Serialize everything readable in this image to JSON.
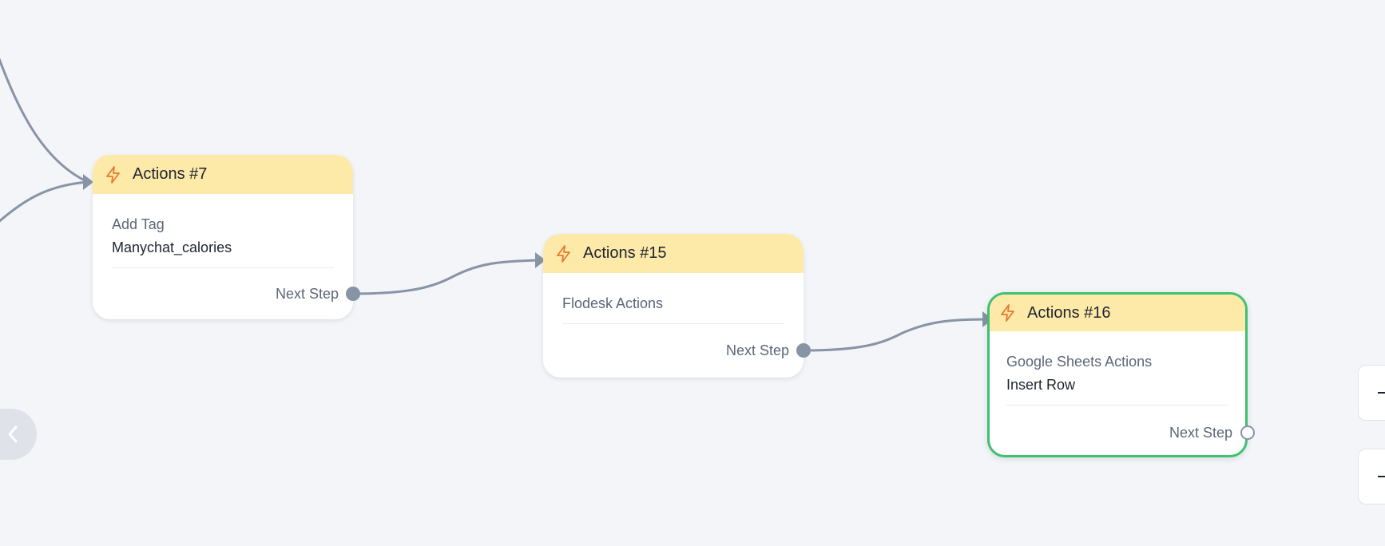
{
  "canvas": {
    "background": "#f3f5f8",
    "edge_color": "#8794a6",
    "selected_border_color": "#3fc171",
    "header_color": "#fde9a8",
    "bolt_icon_color": "#e57a2e"
  },
  "nodes": [
    {
      "id": "actions-7",
      "title": "Actions #7",
      "action_name": "Add Tag",
      "action_value": "Manychat_calories",
      "next_step_label": "Next Step",
      "icon": "lightning-bolt-icon",
      "selected": false
    },
    {
      "id": "actions-15",
      "title": "Actions #15",
      "action_name": "Flodesk Actions",
      "action_value": "",
      "next_step_label": "Next Step",
      "icon": "lightning-bolt-icon",
      "selected": false
    },
    {
      "id": "actions-16",
      "title": "Actions #16",
      "action_name": "Google Sheets Actions",
      "action_value": "Insert Row",
      "next_step_label": "Next Step",
      "icon": "lightning-bolt-icon",
      "selected": true
    }
  ],
  "controls": {
    "collapse_icon": "chevron-left-icon",
    "zoom_out_icon": "minus-icon"
  }
}
